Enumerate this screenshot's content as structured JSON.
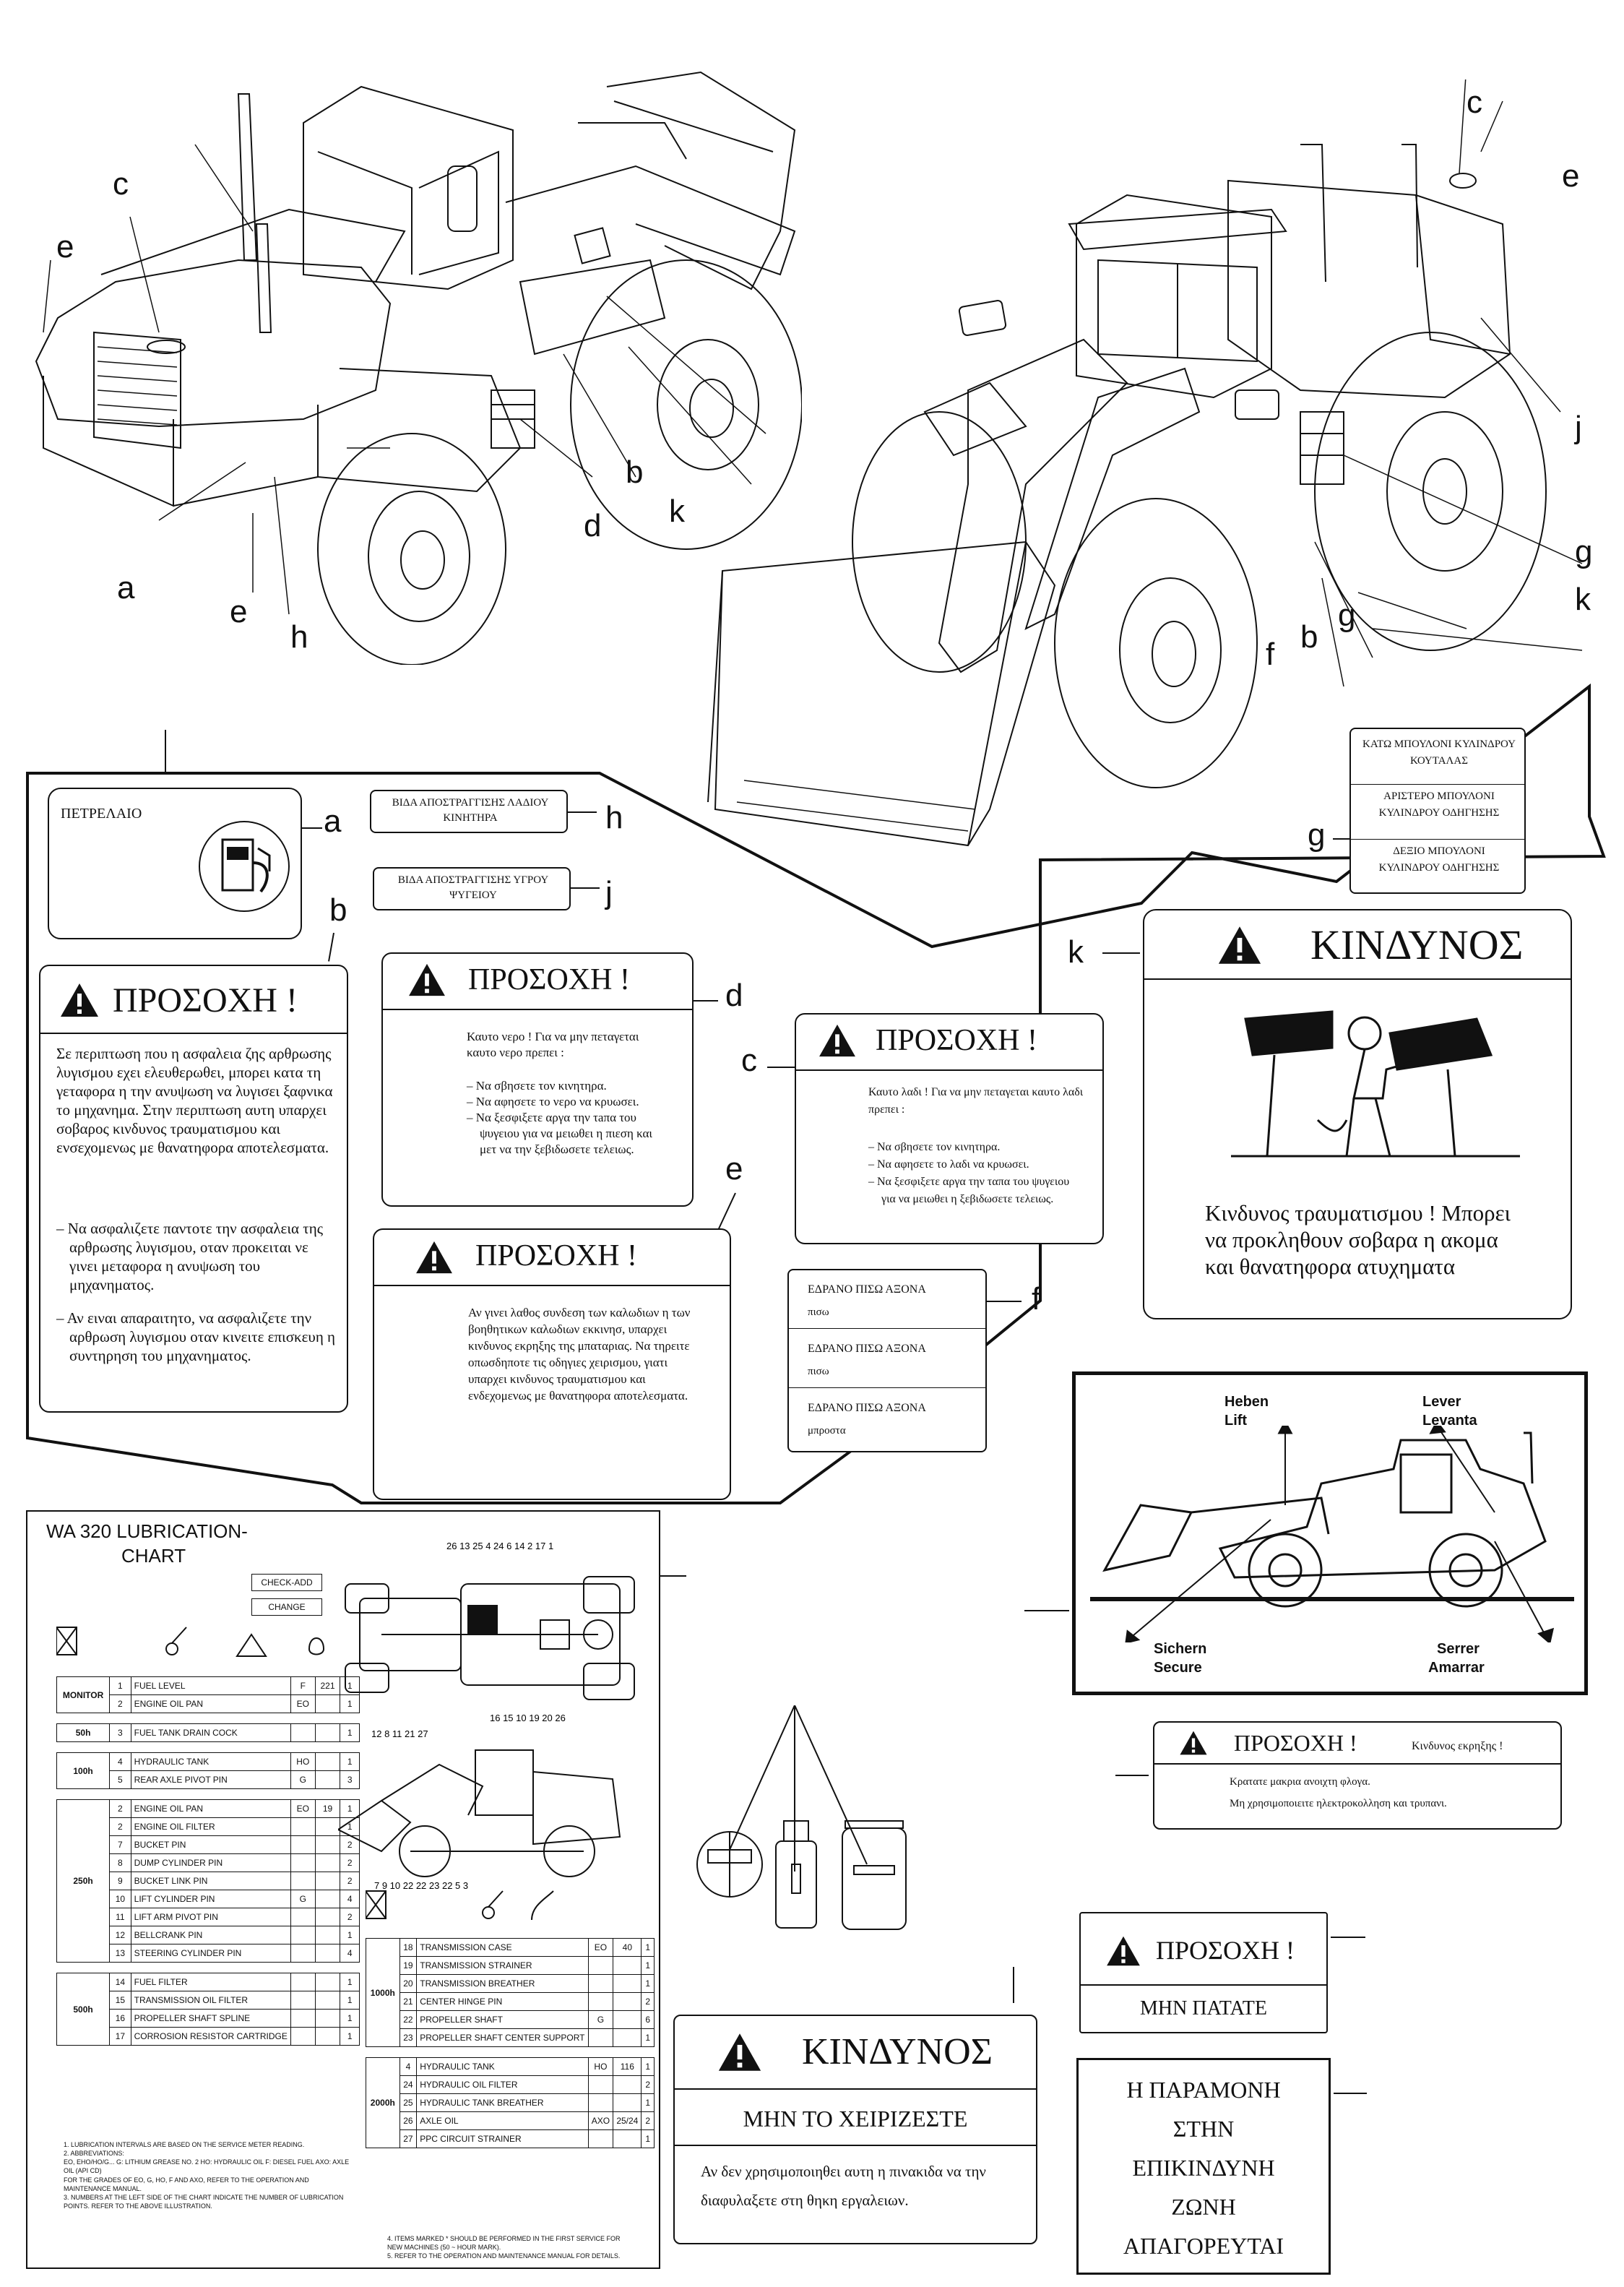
{
  "labels": {
    "a": "a",
    "b": "b",
    "c": "c",
    "d": "d",
    "e": "e",
    "f": "f",
    "g": "g",
    "h": "h",
    "j": "j",
    "k": "k"
  },
  "top_left_machine": [
    "c",
    "e",
    "a",
    "e",
    "h",
    "d",
    "b",
    "k"
  ],
  "top_right_machine": [
    "c",
    "e",
    "j",
    "g",
    "k",
    "g",
    "b",
    "f"
  ],
  "label_a": {
    "text": "ΠΕΤΡΕΛΑΙΟ",
    "icon": "fuel-pump-icon"
  },
  "label_h": {
    "text": "ΒΙΔΑ ΑΠΟΣΤΡΑΓΓΙΣΗΣ ΛΑΔΙΟΥ ΚΙΝΗΤΗΡΑ"
  },
  "label_j": {
    "text": "ΒΙΔΑ ΑΠΟΣΤΡΑΓΓΙΣΗΣ ΥΓΡΟΥ ΨΥΓΕΙΟΥ"
  },
  "label_g": {
    "items": [
      "ΚΑΤΩ ΜΠΟΥΛΟΝΙ ΚΥΛΙΝΔΡΟΥ ΚΟΥΤΑΛΑΣ",
      "ΑΡΙΣΤΕΡΟ ΜΠΟΥΛΟΝΙ ΚΥΛΙΝΔΡΟΥ ΟΔΗΓΗΣΗΣ",
      "ΔΕΞΙΟ ΜΠΟΥΛΟΝΙ ΚΥΛΙΝΔΡΟΥ ΟΔΗΓΗΣΗΣ"
    ]
  },
  "label_b": {
    "title": "ΠΡΟΣΟΧΗ !",
    "body": "Σε περιπτωση που η ασφαλεια ζης αρθρωσης λυγισμου εχει ελευθερωθει, μπορει κατα τη γεταφορα η την ανυψωση να λυγισει ξαφνικα το μηχανημα. Στην περιπτωση αυτη υπαρχει σοβαρος κινδυνος τραυματισμου και ενσεχομενως με θανατηφορα αποτελεσματα.",
    "items": [
      "Να ασφαλιζετε παντοτε την ασφαλεια της αρθρωσης λυγισμου, οταν προκειται νε γινει μεταφορα η ανυψωση του μηχανηματος.",
      "Αν ειναι απαραιτητο, να ασφαλιζετε την αρθρωση λυγισμου οταν κινειτε επισκευη η συντηρηση του μηχανηματος."
    ]
  },
  "label_d": {
    "title": "ΠΡΟΣΟΧΗ !",
    "lead": "Καυτο νερο ! Για να μην πεταγεται καυτο νερο πρεπει :",
    "items": [
      "Να σβησετε τον κινητηρα.",
      "Να αφησετε το νερο να κρυωσει.",
      "Να ξεσφιξετε αργα την τaπα του ψυγειου για να μειωθει η πιεση και μετ να την ξεβιδωσετε τελειως."
    ]
  },
  "label_c": {
    "title": "ΠΡΟΣΟΧΗ !",
    "lead": "Καυτο λαδι ! Για να μην πεταγεται καυτο λαδι πρεπει :",
    "items": [
      "Να σβησετε τον κινητηρα.",
      "Να αφησετε το λαδι να κρυωσει.",
      "Να ξεσφιξετε αργα την ταπα του ψυγειου για να μειωθει η ξεβιδωσετε τελειως."
    ]
  },
  "label_e": {
    "title": "ΠΡΟΣΟΧΗ !",
    "body": "Αν γινει λαθος συνδεση των καλωδιων η των βοηθητικων καλωδιων εκκινησ, υπαρχει κινδυνος εκρηξης της μπαταριας. Να τηρειτε οπωσδηποτε τις οδηγιες χειρισμου, γιατι υπαρχει κινδυνος τραυματισμου και ενδεχομενως με θανατηφορα αποτελεσματα."
  },
  "label_f": {
    "rows": [
      {
        "title": "ΕΔΡΑΝΟ ΠΙΣΩ ΑΞΟΝΑ",
        "sub": "πισω"
      },
      {
        "title": "ΕΔΡΑΝΟ ΠΙΣΩ ΑΞΟΝΑ",
        "sub": "πισω"
      },
      {
        "title": "ΕΔΡΑΝΟ ΠΙΣΩ ΑΞΟΝΑ",
        "sub": "μπροστα"
      }
    ]
  },
  "label_k": {
    "title": "ΚΙΝΔΥΝΟΣ",
    "body": "Κινδυνος τραυματισμου ! Μπορει να προκληθουν σοβαρα η ακομα και θανατηφορα ατυχηματα"
  },
  "lift_label": {
    "heben": "Heben",
    "lift": "Lift",
    "lever": "Lever",
    "levanta": "Levanta",
    "sichern": "Sichern",
    "secure": "Secure",
    "serrer": "Serrer",
    "amarrar": "Amarrar"
  },
  "explosion_label": {
    "title": "ΠΡΟΣΟΧΗ !",
    "subtitle": "Κινδυνος εκρηξης !",
    "line1": "Κρατατε μακρια ανοιχτη φλογα.",
    "line2": "Μη χρησιμοποιειτε ηλεκτροκολληση και τρυπανι."
  },
  "no_step": {
    "title": "ΠΡΟΣΟΧΗ !",
    "body": "ΜΗΝ ΠΑΤΑΤΕ"
  },
  "no_stay": {
    "lines": [
      "Η ΠΑΡΑΜΟΝΗ",
      "ΣΤΗΝ",
      "ΕΠΙΚΙΝΔΥΝΗ",
      "ΖΩΝΗ",
      "ΑΠΑΓΟΡΕΥΤΑΙ"
    ]
  },
  "no_operate": {
    "title": "ΚΙΝΔΥΝΟΣ",
    "subtitle": "ΜΗΝ ΤΟ ΧΕΙΡΙΖΕΣΤΕ",
    "body": "Αν δεν χρησιμοποιηθει αυτη η πινακιδα να την διαφυλαξετε στη θηκη εργαλειων."
  },
  "lube_chart": {
    "title_1": "WA 320 LUBRICATION-",
    "title_2": "CHART",
    "check_add": "CHECK-ADD",
    "change": "CHANGE",
    "left_groups": [
      {
        "interval": "MONITOR",
        "rows": [
          {
            "n": "1",
            "name": "FUEL LEVEL",
            "code": "F",
            "qty": "221",
            "pts": "1"
          },
          {
            "n": "2",
            "name": "ENGINE OIL PAN",
            "code": "EO",
            "qty": "",
            "pts": "1"
          }
        ]
      },
      {
        "interval": "50h",
        "rows": [
          {
            "n": "3",
            "name": "FUEL TANK DRAIN COCK",
            "code": "",
            "qty": "",
            "pts": "1"
          }
        ]
      },
      {
        "interval": "100h",
        "rows": [
          {
            "n": "4",
            "name": "HYDRAULIC TANK",
            "code": "HO",
            "qty": "",
            "pts": "1"
          },
          {
            "n": "5",
            "name": "REAR AXLE PIVOT PIN",
            "code": "G",
            "qty": "",
            "pts": "3"
          }
        ]
      },
      {
        "interval": "250h",
        "rows": [
          {
            "n": "2",
            "name": "ENGINE OIL PAN",
            "code": "EO",
            "qty": "19",
            "pts": "1"
          },
          {
            "n": "2",
            "name": "ENGINE OIL FILTER",
            "code": "",
            "qty": "",
            "pts": "1"
          },
          {
            "n": "7",
            "name": "BUCKET PIN",
            "code": "",
            "qty": "",
            "pts": "2"
          },
          {
            "n": "8",
            "name": "DUMP CYLINDER PIN",
            "code": "",
            "qty": "",
            "pts": "2"
          },
          {
            "n": "9",
            "name": "BUCKET LINK PIN",
            "code": "",
            "qty": "",
            "pts": "2"
          },
          {
            "n": "10",
            "name": "LIFT CYLINDER PIN",
            "code": "G",
            "qty": "",
            "pts": "4"
          },
          {
            "n": "11",
            "name": "LIFT ARM PIVOT PIN",
            "code": "",
            "qty": "",
            "pts": "2"
          },
          {
            "n": "12",
            "name": "BELLCRANK PIN",
            "code": "",
            "qty": "",
            "pts": "1"
          },
          {
            "n": "13",
            "name": "STEERING CYLINDER PIN",
            "code": "",
            "qty": "",
            "pts": "4"
          }
        ]
      },
      {
        "interval": "500h",
        "rows": [
          {
            "n": "14",
            "name": "FUEL FILTER",
            "code": "",
            "qty": "",
            "pts": "1"
          },
          {
            "n": "15",
            "name": "TRANSMISSION OIL FILTER",
            "code": "",
            "qty": "",
            "pts": "1"
          },
          {
            "n": "16",
            "name": "PROPELLER SHAFT SPLINE",
            "code": "",
            "qty": "",
            "pts": "1"
          },
          {
            "n": "17",
            "name": "CORROSION RESISTOR CARTRIDGE",
            "code": "",
            "qty": "",
            "pts": "1"
          }
        ]
      }
    ],
    "right_groups": [
      {
        "interval": "1000h",
        "rows": [
          {
            "n": "18",
            "name": "TRANSMISSION CASE",
            "code": "EO",
            "qty": "40",
            "pts": "1"
          },
          {
            "n": "19",
            "name": "TRANSMISSION STRAINER",
            "code": "",
            "qty": "",
            "pts": "1"
          },
          {
            "n": "20",
            "name": "TRANSMISSION BREATHER",
            "code": "",
            "qty": "",
            "pts": "1"
          },
          {
            "n": "21",
            "name": "CENTER HINGE PIN",
            "code": "",
            "qty": "",
            "pts": "2"
          },
          {
            "n": "22",
            "name": "PROPELLER SHAFT",
            "code": "G",
            "qty": "",
            "pts": "6"
          },
          {
            "n": "23",
            "name": "PROPELLER SHAFT CENTER SUPPORT",
            "code": "",
            "qty": "",
            "pts": "1"
          }
        ]
      },
      {
        "interval": "2000h",
        "rows": [
          {
            "n": "4",
            "name": "HYDRAULIC TANK",
            "code": "HO",
            "qty": "116",
            "pts": "1"
          },
          {
            "n": "24",
            "name": "HYDRAULIC OIL FILTER",
            "code": "",
            "qty": "",
            "pts": "2"
          },
          {
            "n": "25",
            "name": "HYDRAULIC TANK BREATHER",
            "code": "",
            "qty": "",
            "pts": "1"
          },
          {
            "n": "26",
            "name": "AXLE OIL",
            "code": "AXO",
            "qty": "25/24",
            "pts": "2"
          },
          {
            "n": "27",
            "name": "PPC CIRCUIT STRAINER",
            "code": "",
            "qty": "",
            "pts": "1"
          }
        ]
      }
    ],
    "top_numbers": [
      "26",
      "13",
      "25",
      "4",
      "24",
      "6",
      "14",
      "2",
      "17",
      "1"
    ],
    "bottom_numbers": [
      "16",
      "15",
      "10",
      "19",
      "20",
      "26"
    ],
    "side_numbers_top": [
      "12",
      "8",
      "11",
      "21",
      "27"
    ],
    "side_numbers_bottom": [
      "7",
      "9",
      "10",
      "22",
      "22",
      "23",
      "22",
      "5",
      "3"
    ],
    "notes_left": [
      "1. LUBRICATION INTERVALS ARE BASED ON THE SERVICE METER READING.",
      "2. ABBREVIATIONS:",
      "EO, EHO/HO/G... G: LITHIUM GREASE NO. 2  HO: HYDRAULIC OIL  F: DIESEL FUEL  AXO: AXLE OIL (API CD)",
      "FOR THE GRADES OF EO, G, HO, F AND AXO, REFER TO THE OPERATION AND MAINTENANCE MANUAL.",
      "3. NUMBERS AT THE LEFT SIDE OF THE CHART INDICATE THE NUMBER OF LUBRICATION POINTS. REFER TO THE ABOVE ILLUSTRATION."
    ],
    "notes_right": [
      "4. ITEMS MARKED * SHOULD BE PERFORMED IN THE FIRST SERVICE FOR NEW MACHINES (50 ~ HOUR MARK).",
      "5. REFER TO THE OPERATION AND MAINTENANCE MANUAL FOR DETAILS."
    ]
  }
}
